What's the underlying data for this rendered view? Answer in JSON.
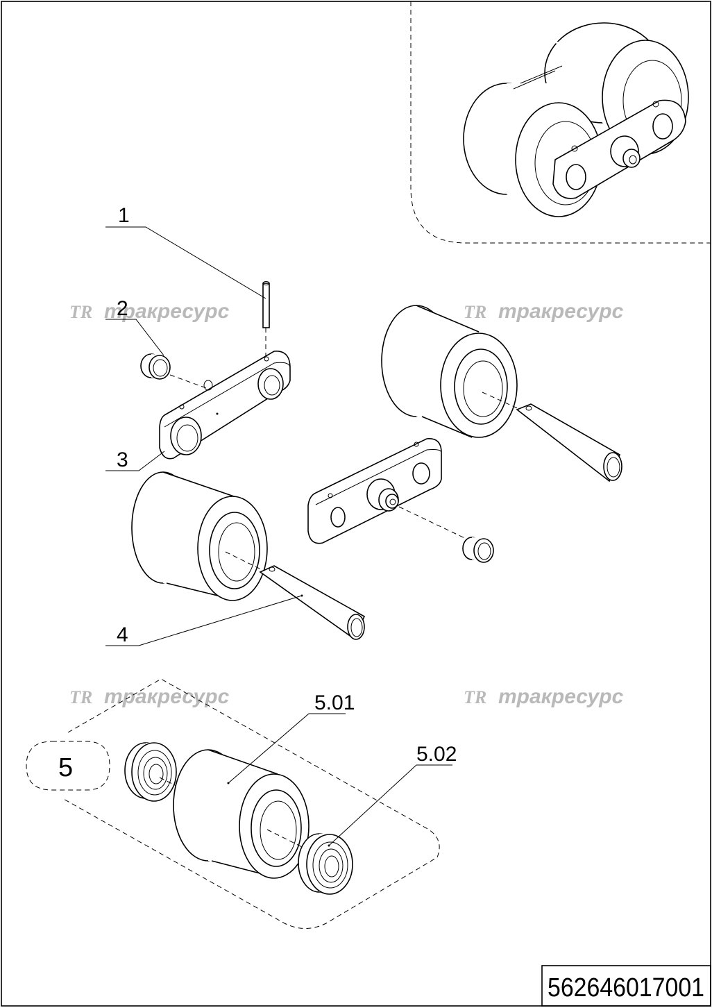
{
  "callouts": {
    "c1": "1",
    "c2": "2",
    "c3": "3",
    "c4": "4",
    "c5": "5",
    "c501": "5.01",
    "c502": "5.02"
  },
  "watermark": {
    "logo": "TR",
    "text": "тракресурс"
  },
  "part_number": "562646017001"
}
